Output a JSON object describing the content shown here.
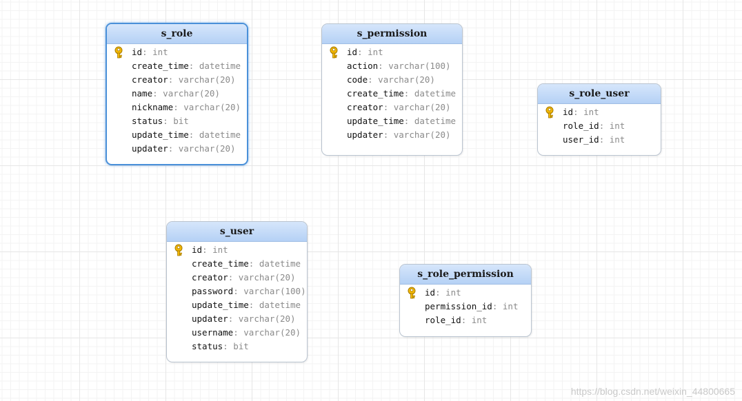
{
  "tables": {
    "s_role": {
      "name": "s_role",
      "fields": [
        {
          "name": "id",
          "type": "int"
        },
        {
          "name": "create_time",
          "type": "datetime"
        },
        {
          "name": "creator",
          "type": "varchar(20)"
        },
        {
          "name": "name",
          "type": "varchar(20)"
        },
        {
          "name": "nickname",
          "type": "varchar(20)"
        },
        {
          "name": "status",
          "type": "bit"
        },
        {
          "name": "update_time",
          "type": "datetime"
        },
        {
          "name": "updater",
          "type": "varchar(20)"
        }
      ]
    },
    "s_permission": {
      "name": "s_permission",
      "fields": [
        {
          "name": "id",
          "type": "int"
        },
        {
          "name": "action",
          "type": "varchar(100)"
        },
        {
          "name": "code",
          "type": "varchar(20)"
        },
        {
          "name": "create_time",
          "type": "datetime"
        },
        {
          "name": "creator",
          "type": "varchar(20)"
        },
        {
          "name": "update_time",
          "type": "datetime"
        },
        {
          "name": "updater",
          "type": "varchar(20)"
        }
      ]
    },
    "s_role_user": {
      "name": "s_role_user",
      "fields": [
        {
          "name": "id",
          "type": "int"
        },
        {
          "name": "role_id",
          "type": "int"
        },
        {
          "name": "user_id",
          "type": "int"
        }
      ]
    },
    "s_user": {
      "name": "s_user",
      "fields": [
        {
          "name": "id",
          "type": "int"
        },
        {
          "name": "create_time",
          "type": "datetime"
        },
        {
          "name": "creator",
          "type": "varchar(20)"
        },
        {
          "name": "password",
          "type": "varchar(100)"
        },
        {
          "name": "update_time",
          "type": "datetime"
        },
        {
          "name": "updater",
          "type": "varchar(20)"
        },
        {
          "name": "username",
          "type": "varchar(20)"
        },
        {
          "name": "status",
          "type": "bit"
        }
      ]
    },
    "s_role_permission": {
      "name": "s_role_permission",
      "fields": [
        {
          "name": "id",
          "type": "int"
        },
        {
          "name": "permission_id",
          "type": "int"
        },
        {
          "name": "role_id",
          "type": "int"
        }
      ]
    }
  },
  "separator": ": ",
  "primary_key_icon": "key-icon",
  "colors": {
    "header_top": "#d6e6fb",
    "header_bottom": "#b5d1f5",
    "selected_border": "#4a90d9",
    "key_gold": "#f2b705",
    "type_text": "#8a8a8a"
  },
  "watermark": "https://blog.csdn.net/weixin_44800665"
}
